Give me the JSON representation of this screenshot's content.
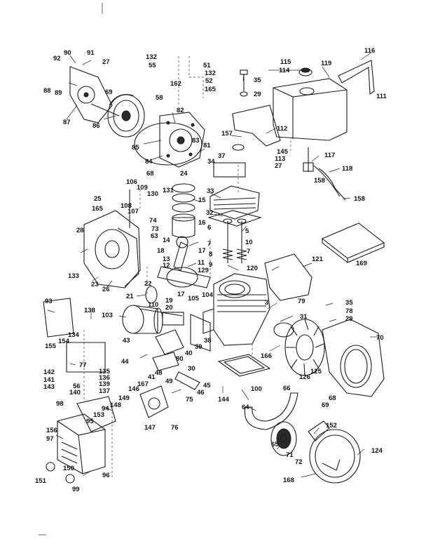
{
  "diagram": {
    "labels": [
      "90",
      "91",
      "92",
      "27",
      "88",
      "89",
      "69",
      "87",
      "86",
      "85",
      "84",
      "68",
      "82",
      "83",
      "81",
      "24",
      "132",
      "55",
      "51",
      "52",
      "132",
      "162",
      "165",
      "58",
      "35",
      "29",
      "115",
      "114",
      "119",
      "116",
      "111",
      "157",
      "112",
      "145",
      "113",
      "27",
      "37",
      "34",
      "117",
      "118",
      "158",
      "158",
      "106",
      "109",
      "25",
      "165",
      "108",
      "130",
      "131",
      "15",
      "107",
      "74",
      "73",
      "63",
      "28",
      "33",
      "32",
      "16",
      "14",
      "6",
      "5",
      "7",
      "10",
      "7",
      "8",
      "9",
      "18",
      "17",
      "13",
      "11",
      "129",
      "12",
      "22",
      "120",
      "121",
      "169",
      "23",
      "26",
      "133",
      "21",
      "110",
      "19",
      "20",
      "105",
      "104",
      "17",
      "3",
      "79",
      "35",
      "78",
      "29",
      "93",
      "138",
      "103",
      "31",
      "70",
      "134",
      "154",
      "155",
      "43",
      "44",
      "41",
      "39",
      "38",
      "40",
      "80",
      "30",
      "166",
      "142",
      "141",
      "143",
      "77",
      "135",
      "136",
      "139",
      "137",
      "140",
      "56",
      "98",
      "48",
      "49",
      "45",
      "46",
      "75",
      "146",
      "167",
      "149",
      "148",
      "94",
      "153",
      "95",
      "156",
      "97",
      "147",
      "76",
      "144",
      "100",
      "64",
      "126",
      "125",
      "66",
      "68",
      "69",
      "65",
      "71",
      "72",
      "152",
      "124",
      "150",
      "151",
      "96",
      "99",
      "168"
    ]
  }
}
